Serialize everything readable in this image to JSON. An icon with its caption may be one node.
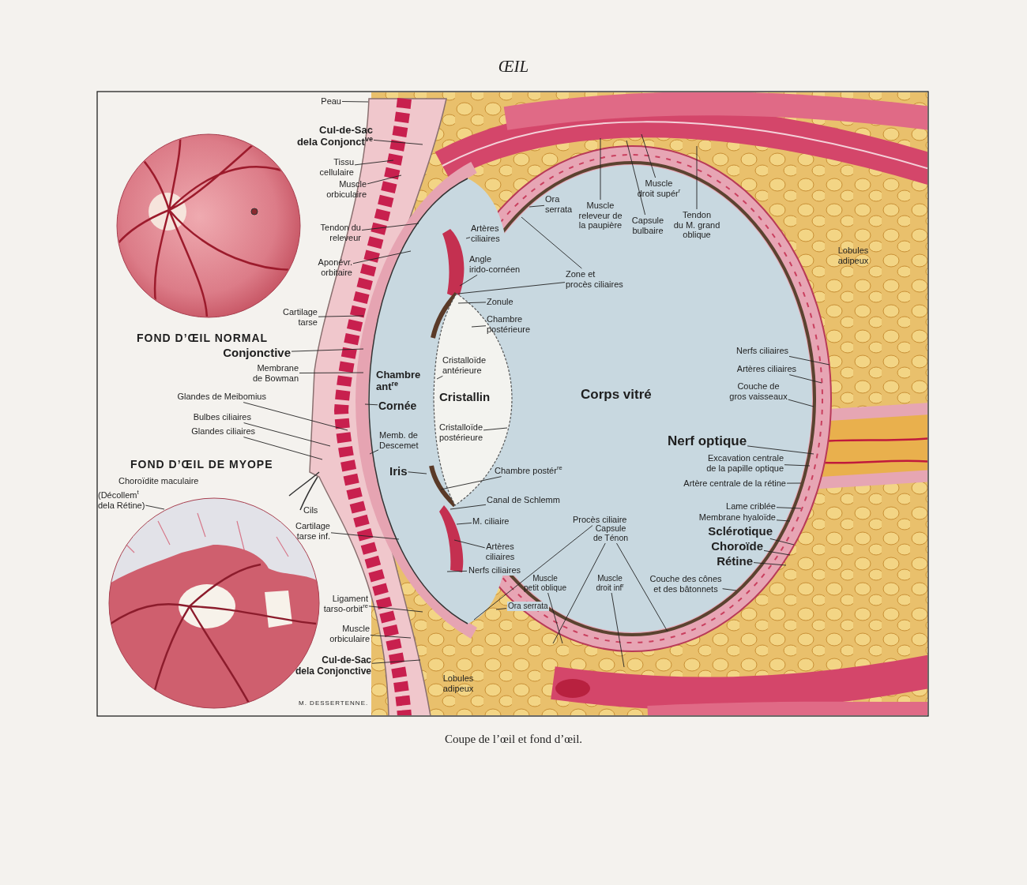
{
  "diagram": {
    "title": "ŒIL",
    "caption": "Coupe de l’œil et fond d’œil.",
    "nodes": [
      {
        "text": [
          "Peau"
        ]
      },
      {
        "text": [
          "Cul-de-Sac dela Conjonct$^{ve}$"
        ]
      },
      {
        "text": [
          "Tissu cellulaire"
        ]
      },
      {
        "text": [
          "Muscle orbiculaire"
        ]
      },
      {
        "text": [
          "Tendon du releveur"
        ]
      },
      {
        "text": [
          "Aponévr. orbitaire"
        ]
      },
      {
        "text": [
          "Cartilage tarse"
        ]
      },
      {
        "text": [
          "Conjonctive"
        ]
      },
      {
        "text": [
          "Membrane de Bowman"
        ]
      },
      {
        "text": [
          "Glandes de Meibomius"
        ]
      },
      {
        "text": [
          "Bulbes ciliaires"
        ]
      },
      {
        "text": [
          "Glandes ciliaires"
        ]
      },
      {
        "text": [
          "(Décollem$^{t}$ dela Rétine)"
        ]
      },
      {
        "text": [
          "Cartilage tarse inf."
        ]
      },
      {
        "text": [
          "Ligament tarso-orbit$^{re}$"
        ]
      },
      {
        "text": [
          "Muscle orbiculaire"
        ]
      },
      {
        "text": [
          "Cul-de-Sac dela Conjonctive"
        ]
      },
      {
        "text": [
          "Cornée"
        ]
      },
      {
        "text": [
          "Memb. de Descemet"
        ]
      },
      {
        "text": [
          "Iris"
        ]
      },
      {
        "text": [
          "Cristalloïde antérieure"
        ]
      },
      {
        "text": [
          "Cristalloïde postérieure"
        ]
      },
      {
        "text": [
          "Ora serrata"
        ]
      },
      {
        "text": [
          "Artères ciliaires"
        ]
      },
      {
        "text": [
          "Angle irido-cornéen"
        ]
      },
      {
        "text": [
          "Zone et procès ciliaires"
        ]
      },
      {
        "text": [
          "Zonule"
        ]
      },
      {
        "text": [
          "Chambre postérieure"
        ]
      },
      {
        "text": [
          "Muscle releveur de la paupière"
        ]
      },
      {
        "text": [
          "Muscle droit supér$^{r}$"
        ]
      },
      {
        "text": [
          "Capsule bulbaire"
        ]
      },
      {
        "text": [
          "Tendon du M. grand oblique"
        ]
      },
      {
        "text": [
          "Chambre postér$^{re}$"
        ]
      },
      {
        "text": [
          "Canal de Schlemm"
        ]
      },
      {
        "text": [
          "Procès ciliaire"
        ]
      },
      {
        "text": [
          "M. ciliaire"
        ]
      },
      {
        "text": [
          "Artères ciliaires"
        ]
      },
      {
        "text": [
          "Nerfs ciliaires"
        ]
      },
      {
        "text": [
          "Capsule de Ténon"
        ]
      },
      {
        "text": [
          "Muscle petit oblique"
        ]
      },
      {
        "text": [
          "Ora serrata"
        ]
      },
      {
        "text": [
          "Muscle droit inf$^{r}$"
        ]
      },
      {
        "text": [
          "Couche des cônes et des bâtonnets"
        ]
      },
      {
        "text": [
          "Nerfs ciliaires"
        ]
      },
      {
        "text": [
          "Artères ciliaires"
        ]
      },
      {
        "text": [
          "Couche de gros vaisseaux"
        ]
      },
      {
        "text": [
          "Nerf optique"
        ]
      },
      {
        "text": [
          "Excavation centrale de la papille optique"
        ]
      },
      {
        "text": [
          "Artère centrale de la rétine"
        ]
      },
      {
        "text": [
          "Lame criblée"
        ]
      },
      {
        "text": [
          "Membrane hyaloïde"
        ]
      },
      {
        "text": [
          "Sclérotique"
        ]
      },
      {
        "text": [
          "Choroïde"
        ]
      },
      {
        "text": [
          "Rétine"
        ]
      }
    ],
    "edges": [
      {
        "from": 0,
        "to": null,
        "arrow": "none"
      },
      {
        "from": 1,
        "to": null,
        "arrow": "none"
      },
      {
        "from": 2,
        "to": null,
        "arrow": "none"
      },
      {
        "from": 3,
        "to": null,
        "arrow": "none"
      },
      {
        "from": 4,
        "to": null,
        "arrow": "none"
      },
      {
        "from": 5,
        "to": null,
        "arrow": "none"
      },
      {
        "from": 6,
        "to": null,
        "arrow": "none"
      },
      {
        "from": 7,
        "to": null,
        "arrow": "none"
      },
      {
        "from": 8,
        "to": null,
        "arrow": "none"
      },
      {
        "from": 9,
        "to": null,
        "arrow": "none"
      },
      {
        "from": 10,
        "to": null,
        "arrow": "none"
      },
      {
        "from": 11,
        "to": null,
        "arrow": "none"
      },
      {
        "from": 12,
        "to": null,
        "arrow": "none"
      },
      {
        "from": 13,
        "to": null,
        "arrow": "none"
      },
      {
        "from": 14,
        "to": null,
        "arrow": "none"
      },
      {
        "from": 15,
        "to": null,
        "arrow": "none"
      },
      {
        "from": 16,
        "to": null,
        "arrow": "none"
      },
      {
        "from": 17,
        "to": null,
        "arrow": "none"
      },
      {
        "from": 18,
        "to": null,
        "arrow": "none"
      },
      {
        "from": 19,
        "to": null,
        "arrow": "none"
      },
      {
        "from": 20,
        "to": null,
        "arrow": "none"
      },
      {
        "from": 21,
        "to": null,
        "arrow": "none"
      },
      {
        "from": 22,
        "to": null,
        "arrow": "none"
      },
      {
        "from": 23,
        "to": null,
        "arrow": "none"
      },
      {
        "from": 24,
        "to": null,
        "arrow": "none"
      },
      {
        "from": 25,
        "to": null,
        "arrow": "none"
      },
      {
        "from": 25,
        "to": null,
        "arrow": "none"
      },
      {
        "from": 26,
        "to": null,
        "arrow": "none"
      },
      {
        "from": 27,
        "to": null,
        "arrow": "none"
      },
      {
        "from": 28,
        "to": null,
        "arrow": "none"
      },
      {
        "from": 29,
        "to": null,
        "arrow": "none"
      },
      {
        "from": 30,
        "to": null,
        "arrow": "none"
      },
      {
        "from": 31,
        "to": null,
        "arrow": "none"
      },
      {
        "from": 32,
        "to": null,
        "arrow": "none"
      },
      {
        "from": 33,
        "to": null,
        "arrow": "none"
      },
      {
        "from": 34,
        "to": null,
        "arrow": "none"
      },
      {
        "from": 35,
        "to": null,
        "arrow": "none"
      },
      {
        "from": 36,
        "to": null,
        "arrow": "none"
      },
      {
        "from": 37,
        "to": null,
        "arrow": "none"
      },
      {
        "from": 38,
        "to": null,
        "arrow": "none"
      },
      {
        "from": 38,
        "to": null,
        "arrow": "none"
      },
      {
        "from": 39,
        "to": null,
        "arrow": "none"
      },
      {
        "from": 40,
        "to": null,
        "arrow": "none"
      },
      {
        "from": 41,
        "to": null,
        "arrow": "none"
      },
      {
        "from": 42,
        "to": null,
        "arrow": "none"
      },
      {
        "from": 43,
        "to": null,
        "arrow": "none"
      },
      {
        "from": 44,
        "to": null,
        "arrow": "none"
      },
      {
        "from": 45,
        "to": null,
        "arrow": "none"
      },
      {
        "from": 46,
        "to": null,
        "arrow": "none"
      },
      {
        "from": 47,
        "to": null,
        "arrow": "none"
      },
      {
        "from": 48,
        "to": null,
        "arrow": "none"
      },
      {
        "from": 49,
        "to": null,
        "arrow": "none"
      },
      {
        "from": 50,
        "to": null,
        "arrow": "none"
      },
      {
        "from": 51,
        "to": null,
        "arrow": "none"
      },
      {
        "from": 52,
        "to": null,
        "arrow": "none"
      },
      {
        "from": 53,
        "to": null,
        "arrow": "none"
      }
    ],
    "labels": [
      "Chambre ant$^{re}$",
      "Cristallin",
      "Corps vitré",
      "Lobules adipeux",
      "FOND D’ŒIL NORMAL",
      "FOND D’ŒIL DE MYOPE",
      "Choroïdite maculaire",
      "Cils",
      "Lobules adipeux",
      "M. DESSERTENNE."
    ]
  }
}
